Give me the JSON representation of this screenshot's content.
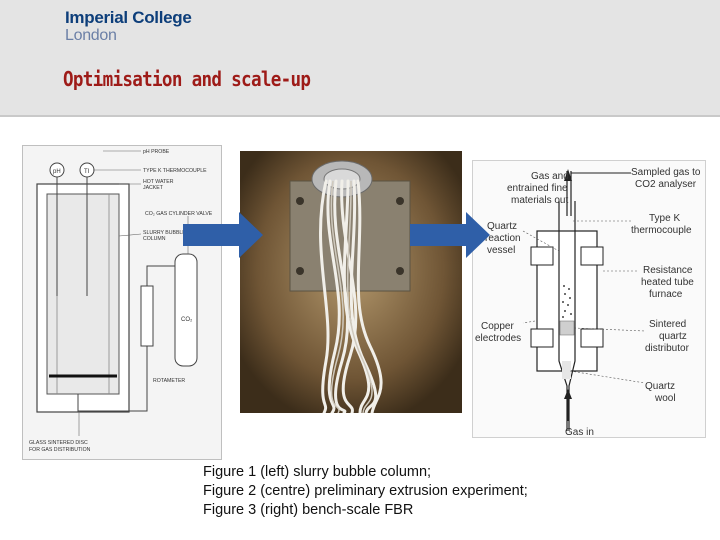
{
  "header": {
    "logo_line1": "Imperial College",
    "logo_line2": "London",
    "title": "Optimisation and scale-up"
  },
  "figure1": {
    "labels": {
      "ph_probe": "pH PROBE",
      "thermocouple": "TYPE K THERMOCOUPLE",
      "hot_water": "HOT WATER",
      "jacket": "JACKET",
      "co2_valve": "CO₂ GAS CYLINDER VALVE",
      "slurry": "SLURRY BUBBLE",
      "column": "COLUMN",
      "rotameter": "ROTAMETER",
      "glass_disc": "GLASS SINTERED DISC",
      "gas_dist": "FOR GAS DISTRIBUTION",
      "ph_gauge": "pH",
      "t_gauge": "TI",
      "cylinder": "CO₂"
    }
  },
  "figure3": {
    "labels": {
      "gas_out_1": "Gas and",
      "gas_out_2": "entrained fine",
      "gas_out_3": "materials out",
      "sampled_1": "Sampled gas to",
      "sampled_2": "CO2 analyser",
      "quartz_1": "Quartz",
      "quartz_2": "reaction",
      "quartz_3": "vessel",
      "typek_1": "Type K",
      "typek_2": "thermocouple",
      "resist_1": "Resistance",
      "resist_2": "heated tube",
      "resist_3": "furnace",
      "copper_1": "Copper",
      "copper_2": "electrodes",
      "sinter_1": "Sintered",
      "sinter_2": "quartz",
      "sinter_3": "distributor",
      "wool_1": "Quartz",
      "wool_2": "wool",
      "gas_in": "Gas in"
    }
  },
  "caption": {
    "line1": "Figure 1 (left) slurry bubble column;",
    "line2": "Figure 2 (centre) preliminary extrusion experiment;",
    "line3": "Figure 3 (right) bench-scale FBR"
  },
  "colors": {
    "title": "#9e1b18",
    "logo": "#0d3e7a",
    "arrow": "#2f5fa8"
  }
}
